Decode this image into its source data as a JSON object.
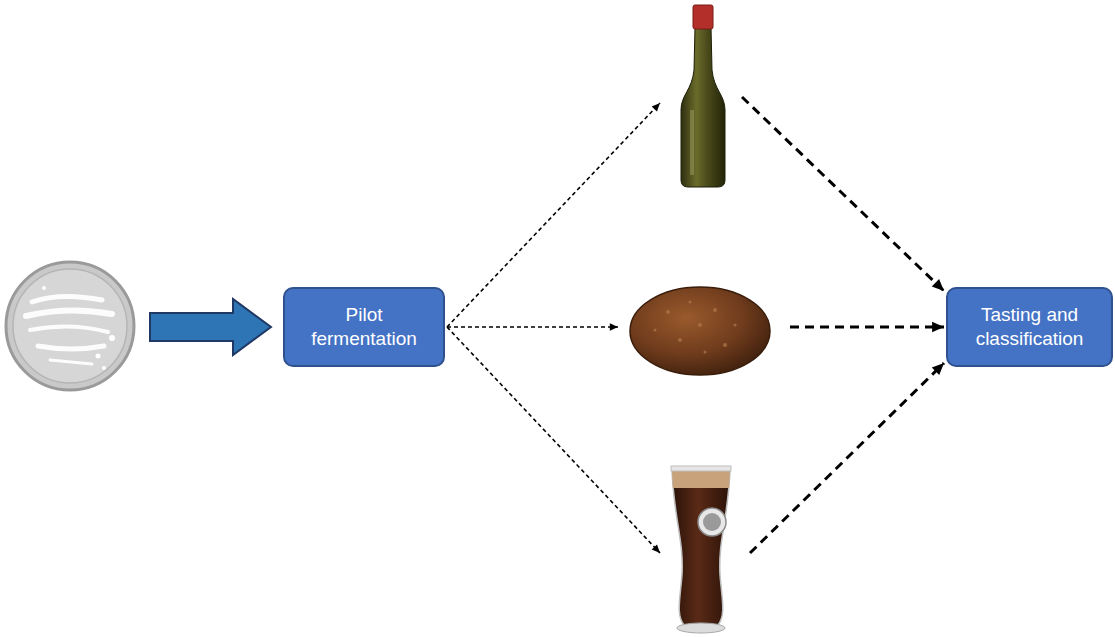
{
  "diagram": {
    "nodes": [
      {
        "text": [
          "Pilot fermentation"
        ]
      },
      {
        "text": [
          "Tasting and classification"
        ]
      }
    ],
    "edges": [
      {
        "from": 0,
        "to": 1,
        "arrow": "to"
      },
      {
        "from": 0,
        "to": 1,
        "arrow": "to"
      },
      {
        "from": 0,
        "to": 1,
        "arrow": "to"
      }
    ]
  }
}
